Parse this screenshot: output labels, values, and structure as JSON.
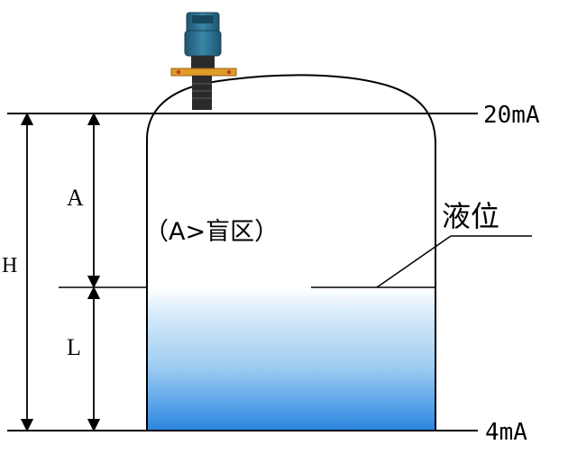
{
  "labels": {
    "top_current": "20mA",
    "bottom_current": "4mA",
    "total_height": "H",
    "blind_zone_distance": "A",
    "liquid_level_distance": "L",
    "blind_zone_note": "（A>盲区）",
    "liquid_level": "液位"
  },
  "colors": {
    "tank_outline": "#000000",
    "liquid_top": "#ffffff",
    "liquid_mid": "#9fcdf2",
    "liquid_bottom": "#2a86e0",
    "sensor_body": "#2f6f8f",
    "sensor_flange": "#e09a2a",
    "sensor_probe": "#2a2a2a"
  },
  "icons": {
    "sensor": "ultrasonic-level-transmitter"
  }
}
